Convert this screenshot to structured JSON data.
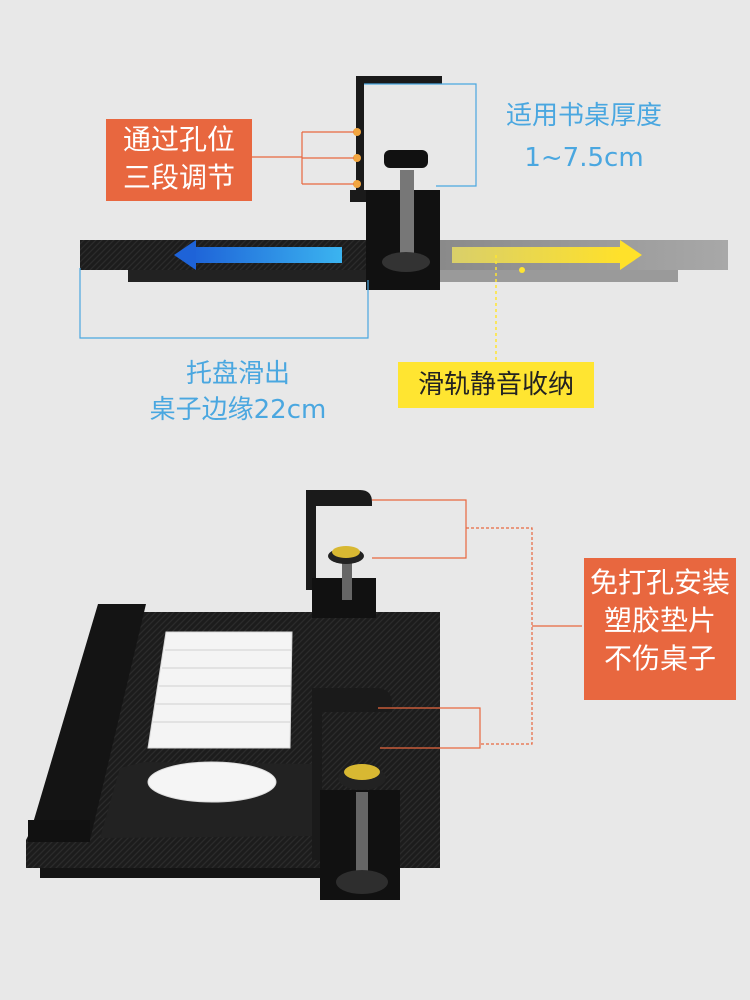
{
  "top": {
    "hole_label": [
      "通过孔位",
      "三段调节"
    ],
    "thickness_label": [
      "适用书桌厚度",
      "1~7.5cm"
    ],
    "slide_label": [
      "托盘滑出",
      "桌子边缘22cm"
    ],
    "rail_label": "滑轨静音收纳"
  },
  "bottom": {
    "pad_label": [
      "免打孔安装",
      "塑胶垫片",
      "不伤桌子"
    ]
  },
  "colors": {
    "orange": "#e8673f",
    "yellow": "#ffe531",
    "blue": "#4aa7e0"
  }
}
